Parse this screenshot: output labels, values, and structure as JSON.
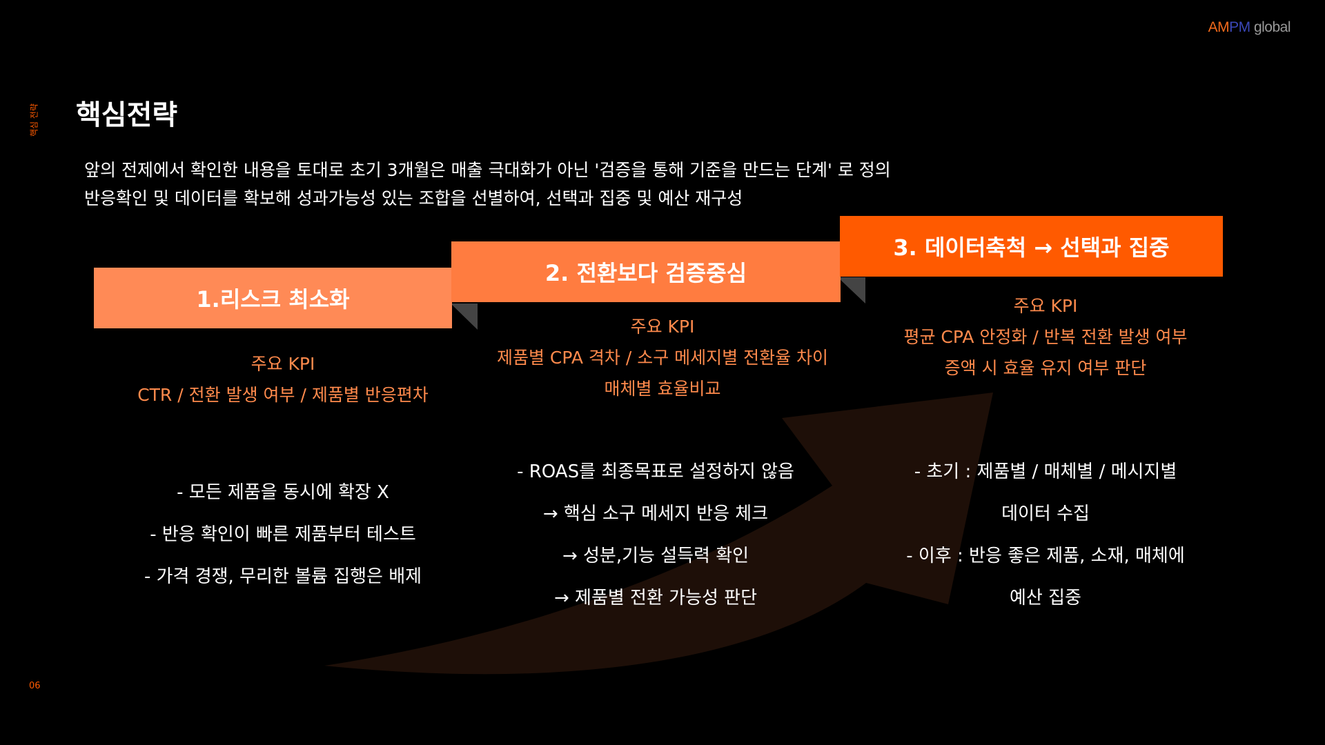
{
  "logo": {
    "am": "AM",
    "pm": "PM",
    "global": " global"
  },
  "side_label": "핵심 전략",
  "title": "핵심전략",
  "description": [
    "앞의 전제에서 확인한 내용을 토대로 초기 3개월은 매출 극대화가 아닌 '검증을 통해 기준을 만드는 단계' 로 정의",
    "반응확인 및 데이터를 확보해 성과가능성 있는 조합을 선별하여, 선택과 집중 및 예산 재구성"
  ],
  "steps": [
    {
      "title": "1.리스크 최소화",
      "kpi": [
        "주요 KPI",
        "CTR / 전환 발생 여부 / 제품별 반응편차"
      ],
      "bullets": [
        "- 모든 제품을 동시에 확장 X",
        "- 반응 확인이 빠른 제품부터 테스트",
        "- 가격 경쟁, 무리한 볼륨 집행은 배제"
      ]
    },
    {
      "title": "2. 전환보다 검증중심",
      "kpi": [
        "주요 KPI",
        "제품별 CPA 격차 / 소구 메세지별 전환율 차이",
        "매체별 효율비교"
      ],
      "bullets": [
        "- ROAS를 최종목표로 설정하지 않음",
        "→ 핵심 소구 메세지 반응 체크",
        "→ 성분,기능 설득력 확인",
        "→ 제품별 전환 가능성 판단"
      ]
    },
    {
      "title": "3. 데이터축척 → 선택과 집중",
      "kpi": [
        "주요 KPI",
        "평균 CPA 안정화 / 반복 전환 발생 여부",
        "증액 시 효율 유지 여부 판단"
      ],
      "bullets": [
        "- 초기 : 제품별 / 매체별 / 메시지별",
        "데이터 수집",
        "- 이후 : 반응 좋은 제품, 소재, 매체에",
        "예산 집중"
      ]
    }
  ],
  "page_number": "06",
  "colors": {
    "accent": "#FF5A00",
    "banner1": "#FF8A56",
    "banner2": "#FF7C40",
    "banner3": "#FF5A00",
    "kpi": "#FF8A4C",
    "arrow": "#1E0F08"
  }
}
